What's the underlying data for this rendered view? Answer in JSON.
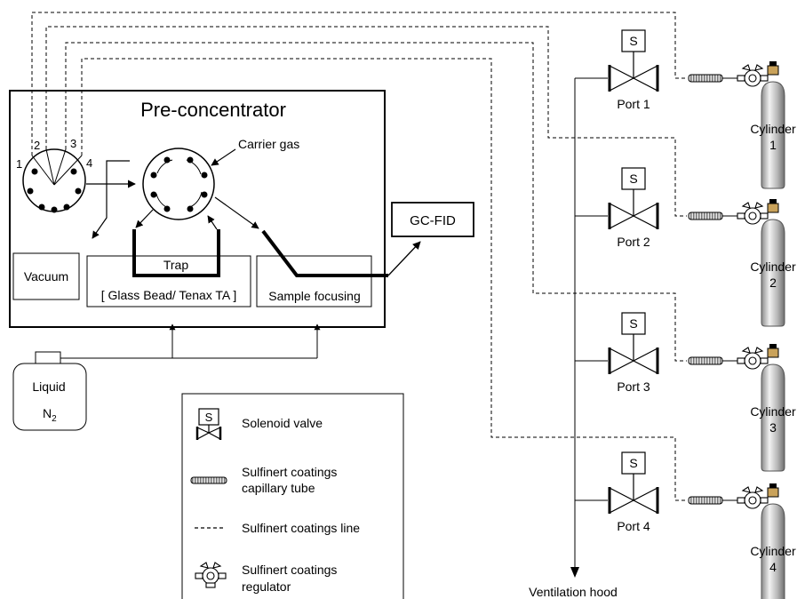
{
  "preconcentrator": {
    "title": "Pre-concentrator",
    "carrier_gas": "Carrier gas",
    "valve_ports": [
      "1",
      "2",
      "3",
      "4"
    ],
    "vacuum": "Vacuum",
    "trap": "Trap",
    "trap_material": "[ Glass Bead/ Tenax TA ]",
    "sample_focusing": "Sample focusing"
  },
  "detector": "GC-FID",
  "liquid_n2": {
    "line1": "Liquid",
    "line2": "N",
    "subscript": "2"
  },
  "ports": [
    {
      "label": "Port 1",
      "cylinder": "Cylinder",
      "cylinder_no": "1"
    },
    {
      "label": "Port 2",
      "cylinder": "Cylinder",
      "cylinder_no": "2"
    },
    {
      "label": "Port 3",
      "cylinder": "Cylinder",
      "cylinder_no": "3"
    },
    {
      "label": "Port 4",
      "cylinder": "Cylinder",
      "cylinder_no": "4"
    }
  ],
  "solenoid_symbol": "S",
  "ventilation": "Ventilation hood",
  "legend": {
    "items": [
      {
        "icon": "solenoid-valve-icon",
        "lines": [
          "Solenoid valve"
        ]
      },
      {
        "icon": "capillary-tube-icon",
        "lines": [
          "Sulfinert coatings",
          "capillary tube"
        ]
      },
      {
        "icon": "dashed-line-icon",
        "lines": [
          "Sulfinert coatings line"
        ]
      },
      {
        "icon": "regulator-icon",
        "lines": [
          "Sulfinert coatings",
          "regulator"
        ]
      }
    ]
  }
}
